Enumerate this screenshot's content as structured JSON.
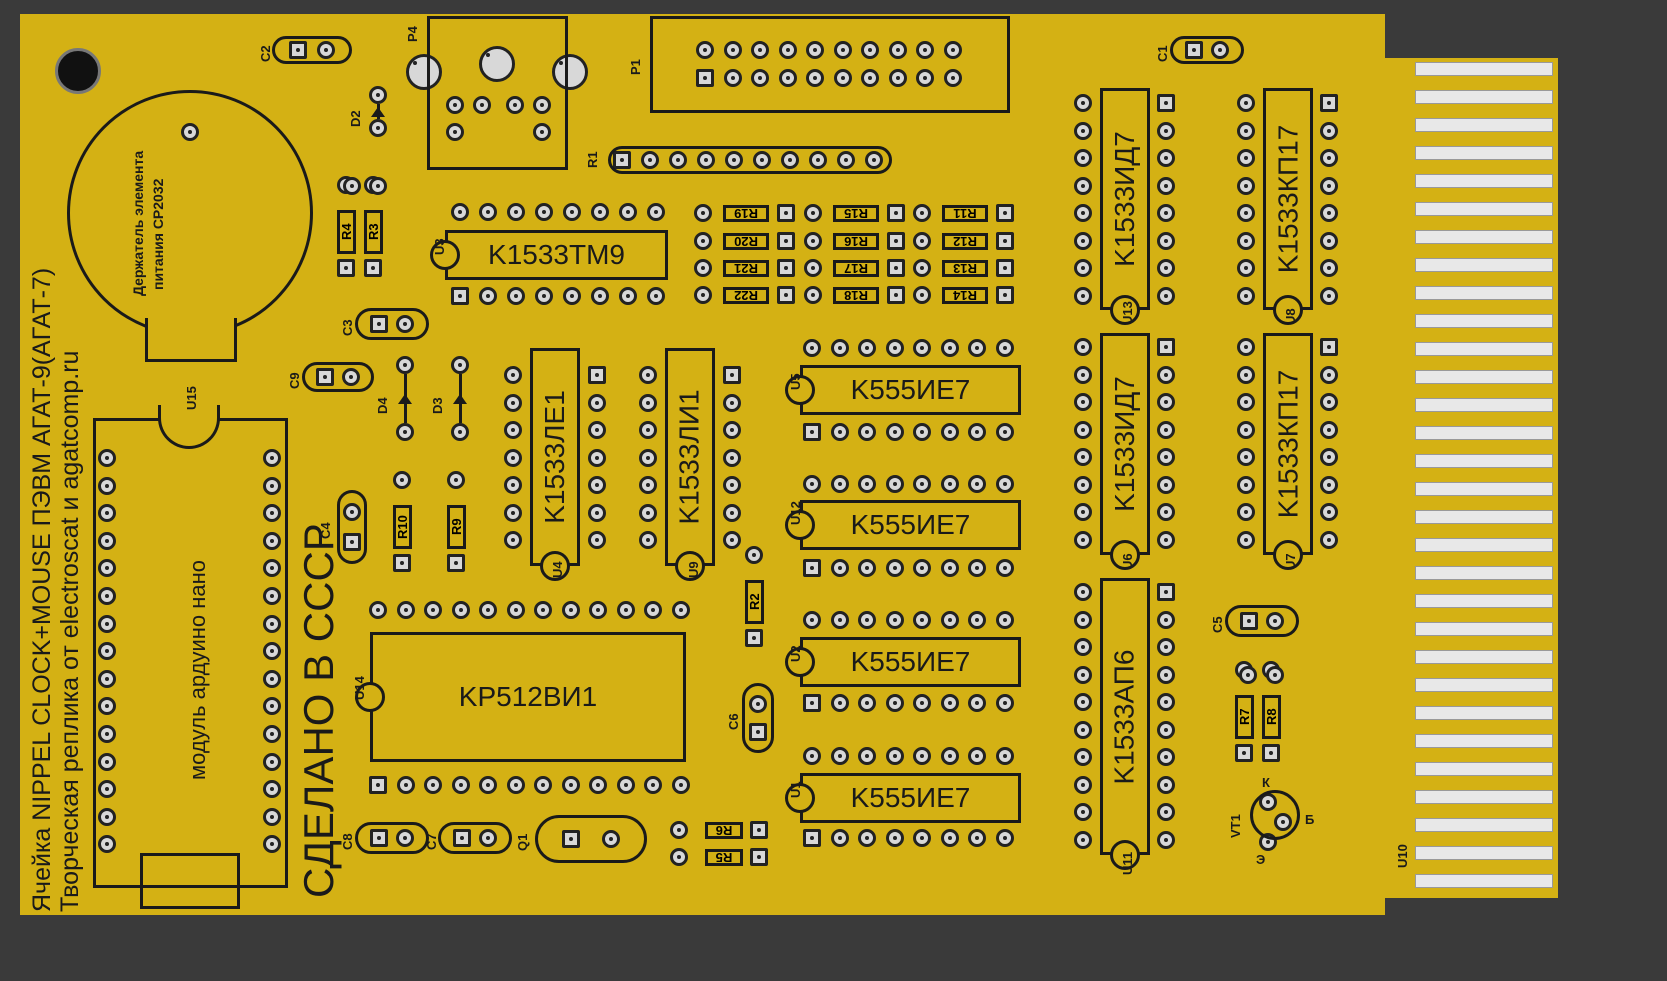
{
  "title_line1": "Ячейка NIPPEL CLOCK+MOUSE ПЭВМ АГАТ-9(АГАТ-7)",
  "title_line2": "Творческая реплика от electroscat и agatcomp.ru",
  "made_in": "СДЕЛАНО В СССР",
  "battery": {
    "label1": "Держатель элемента",
    "label2": "питания CP2032"
  },
  "arduino": {
    "ref": "U15",
    "label": "модуль ардуино нано"
  },
  "ics": [
    {
      "ref": "U3",
      "label": "K1533TM9"
    },
    {
      "ref": "U4",
      "label": "K1533ЛЕ1"
    },
    {
      "ref": "U9",
      "label": "K1533ЛИ1"
    },
    {
      "ref": "U5",
      "label": "K555ИЕ7"
    },
    {
      "ref": "U12",
      "label": "K555ИЕ7"
    },
    {
      "ref": "U2",
      "label": "K555ИЕ7"
    },
    {
      "ref": "U1",
      "label": "K555ИЕ7"
    },
    {
      "ref": "U14",
      "label": "KP512ВИ1"
    },
    {
      "ref": "U13",
      "label": "K1533ИД7"
    },
    {
      "ref": "U6",
      "label": "K1533ИД7"
    },
    {
      "ref": "U8",
      "label": "K1533КП17"
    },
    {
      "ref": "U7",
      "label": "K1533КП17"
    },
    {
      "ref": "U11",
      "label": "K1533АП6"
    }
  ],
  "connectors": {
    "p4": "P4",
    "p1": "P1",
    "r1": "R1",
    "u10": "U10"
  },
  "resistors": [
    "R19",
    "R20",
    "R21",
    "R22",
    "R15",
    "R16",
    "R17",
    "R18",
    "R11",
    "R12",
    "R13",
    "R14",
    "R4",
    "R3",
    "R10",
    "R9",
    "R2",
    "R7",
    "R8",
    "R6",
    "R5"
  ],
  "capacitors": [
    "C2",
    "C1",
    "C3",
    "C9",
    "C4",
    "C5",
    "C6",
    "C8",
    "C7",
    "Q1"
  ],
  "diodes": [
    "D2",
    "D4",
    "D3"
  ],
  "transistor": {
    "ref": "VT1",
    "k": "К",
    "b": "Б",
    "e": "Э"
  }
}
